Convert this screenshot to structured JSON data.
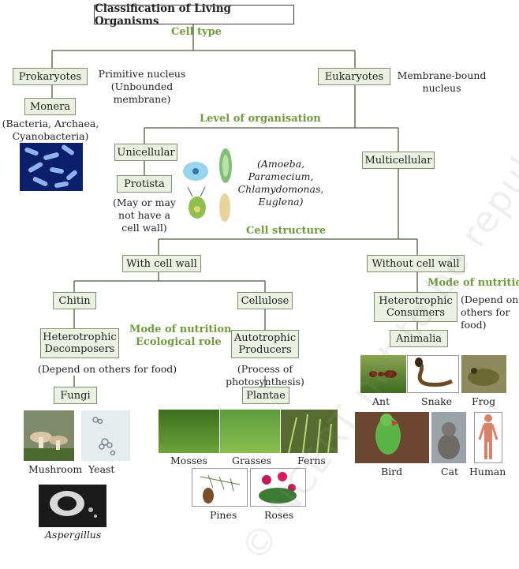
{
  "title": "Classification of Living Organisms",
  "headings": {
    "cell_type": "Cell type",
    "level_of_organisation": "Level of organisation",
    "cell_structure": "Cell structure",
    "mode_of_nutrition_right": "Mode of nutrition",
    "mode_of_nutrition_mid": "Mode of nutrition",
    "ecological_role": "Ecological role"
  },
  "nodes": {
    "prokaryotes": "Prokaryotes",
    "eukaryotes": "Eukaryotes",
    "monera": "Monera",
    "unicellular": "Unicellular",
    "multicellular": "Multicellular",
    "protista": "Protista",
    "with_cell_wall": "With cell wall",
    "without_cell_wall": "Without cell wall",
    "chitin": "Chitin",
    "cellulose": "Cellulose",
    "heterotrophic_decomposers": "Heterotrophic Decomposers",
    "autotrophic_producers": "Autotrophic Producers",
    "heterotrophic_consumers": "Heterotrophic Consumers",
    "fungi": "Fungi",
    "plantae": "Plantae",
    "animalia": "Animalia"
  },
  "notes": {
    "primitive_nucleus": "Primitive nucleus (Unbounded membrane)",
    "membrane_bound": "Membrane-bound nucleus",
    "monera_examples": "(Bacteria, Archaea, Cyanobacteria)",
    "protista_examples": "(Amoeba, Paramecium, Chlamydomonas, Euglena)",
    "protista_wall": "(May or may not have a cell wall)",
    "depend_fungi": "(Depend on others for food)",
    "photosynthesis": "(Process of photosynthesis)",
    "depend_animalia": "(Depend on others for food)"
  },
  "captions": {
    "mushroom": "Mushroom",
    "yeast": "Yeast",
    "aspergillus": "Aspergillus",
    "mosses": "Mosses",
    "grasses": "Grasses",
    "ferns": "Ferns",
    "pines": "Pines",
    "roses": "Roses",
    "ant": "Ant",
    "snake": "Snake",
    "frog": "Frog",
    "bird": "Bird",
    "cat": "Cat",
    "human": "Human"
  },
  "watermark": "© NCERT not to be republished",
  "colors": {
    "box_fill": "#eaf0e2",
    "heading_green": "#6f9a3e",
    "line": "#4d5a3f"
  }
}
